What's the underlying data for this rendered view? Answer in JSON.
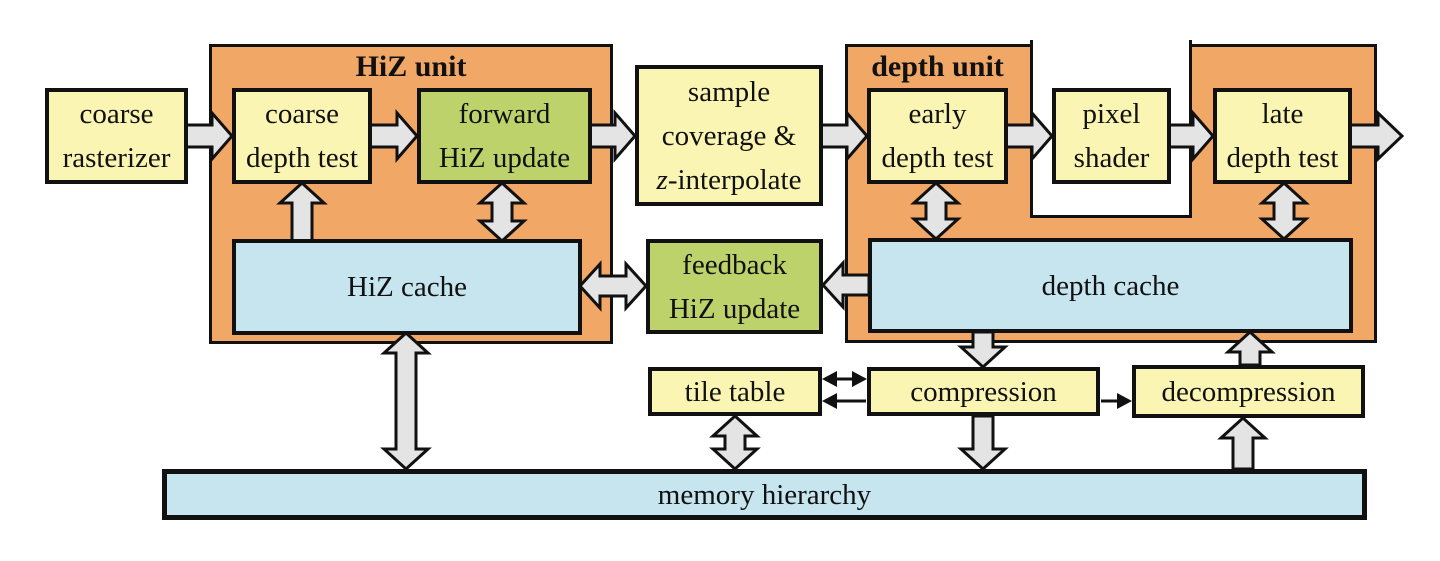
{
  "colors": {
    "container_orange": "#F1A766",
    "box_yellow": "#FBF5B4",
    "box_green": "#BDD26B",
    "box_blue": "#C6E5EF",
    "arrow_gray": "#E4E4E4",
    "outline_black": "#111111"
  },
  "containers": {
    "hiz_unit": {
      "label": "HiZ unit"
    },
    "depth_unit": {
      "label": "depth unit"
    }
  },
  "nodes": {
    "coarse_rasterizer": {
      "line1": "coarse",
      "line2": "rasterizer"
    },
    "coarse_depth_test": {
      "line1": "coarse",
      "line2": "depth test"
    },
    "forward_hiz_update": {
      "line1": "forward",
      "line2": "HiZ update"
    },
    "sample_coverage": {
      "line1": "sample",
      "line2": "coverage &",
      "line3_italic": "z",
      "line3_rest": "-interpolate"
    },
    "early_depth_test": {
      "line1": "early",
      "line2": "depth test"
    },
    "pixel_shader": {
      "line1": "pixel",
      "line2": "shader"
    },
    "late_depth_test": {
      "line1": "late",
      "line2": "depth test"
    },
    "hiz_cache": {
      "label": "HiZ cache"
    },
    "feedback_hiz_update": {
      "line1": "feedback",
      "line2": "HiZ update"
    },
    "depth_cache": {
      "label": "depth cache"
    },
    "tile_table": {
      "label": "tile table"
    },
    "compression": {
      "label": "compression"
    },
    "decompression": {
      "label": "decompression"
    },
    "memory_hierarchy": {
      "label": "memory hierarchy"
    }
  },
  "arrows": [
    {
      "name": "coarse-rasterizer-to-coarse-depth-test",
      "style": "block",
      "heads": "right"
    },
    {
      "name": "coarse-depth-test-to-forward-hiz-update",
      "style": "block",
      "heads": "right"
    },
    {
      "name": "forward-hiz-update-to-sample-coverage",
      "style": "block",
      "heads": "right"
    },
    {
      "name": "sample-coverage-to-early-depth-test",
      "style": "block",
      "heads": "right"
    },
    {
      "name": "early-depth-test-to-pixel-shader",
      "style": "block",
      "heads": "right"
    },
    {
      "name": "pixel-shader-to-late-depth-test",
      "style": "block",
      "heads": "right"
    },
    {
      "name": "late-depth-test-output",
      "style": "block",
      "heads": "right"
    },
    {
      "name": "hiz-cache-to-coarse-depth-test",
      "style": "block",
      "heads": "up"
    },
    {
      "name": "forward-hiz-update-and-hiz-cache",
      "style": "block",
      "heads": "both-vertical"
    },
    {
      "name": "early-depth-test-and-depth-cache",
      "style": "block",
      "heads": "both-vertical"
    },
    {
      "name": "late-depth-test-and-depth-cache",
      "style": "block",
      "heads": "both-vertical"
    },
    {
      "name": "hiz-cache-and-feedback-hiz-update",
      "style": "block",
      "heads": "both-horizontal"
    },
    {
      "name": "depth-cache-to-feedback-hiz-update",
      "style": "block",
      "heads": "left"
    },
    {
      "name": "hiz-cache-and-memory-hierarchy",
      "style": "block",
      "heads": "both-vertical"
    },
    {
      "name": "tile-table-and-memory-hierarchy",
      "style": "block",
      "heads": "both-vertical"
    },
    {
      "name": "depth-cache-to-compression",
      "style": "block",
      "heads": "down"
    },
    {
      "name": "compression-to-memory-hierarchy",
      "style": "block",
      "heads": "down"
    },
    {
      "name": "decompression-to-depth-cache",
      "style": "block",
      "heads": "up"
    },
    {
      "name": "memory-hierarchy-to-decompression",
      "style": "block",
      "heads": "up"
    },
    {
      "name": "tile-table-and-compression",
      "style": "thin",
      "heads": "both-horizontal"
    },
    {
      "name": "compression-to-tile-table",
      "style": "thin",
      "heads": "left"
    },
    {
      "name": "compression-to-decompression",
      "style": "thin",
      "heads": "right"
    }
  ]
}
